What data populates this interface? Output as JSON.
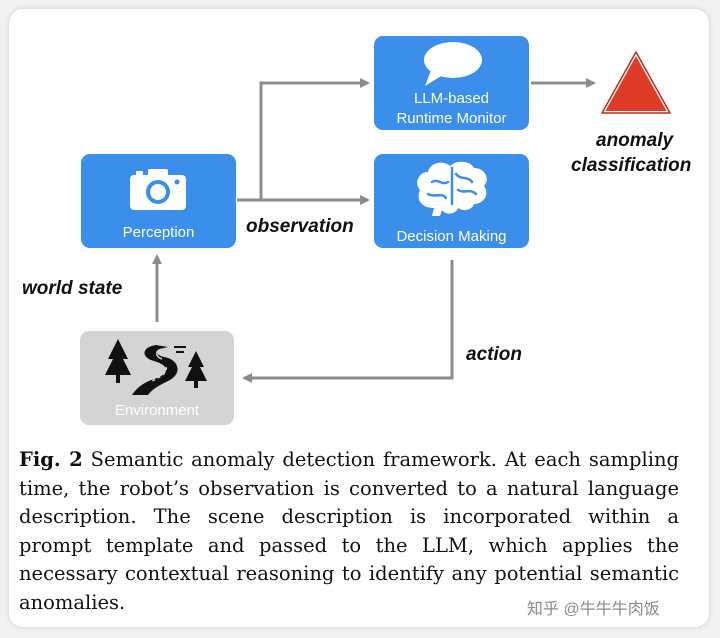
{
  "diagram": {
    "nodes": {
      "perception": "Perception",
      "monitor_line1": "LLM-based",
      "monitor_line2": "Runtime Monitor",
      "decision": "Decision Making",
      "environment": "Environment"
    },
    "edge_labels": {
      "observation": "observation",
      "world_state": "world state",
      "action": "action",
      "anomaly_line1": "anomaly",
      "anomaly_line2": "classification"
    },
    "icons": [
      "camera-icon",
      "speech-bubble-icon",
      "brain-icon",
      "trees-road-icon",
      "warning-triangle-icon"
    ],
    "colors": {
      "node_blue": "#3b8eea",
      "env_gray": "#d4d4d4",
      "arrow_gray": "#8c8c8c",
      "alert_red": "#e03b26"
    }
  },
  "caption": {
    "fig_label": "Fig. 2",
    "text": "Semantic anomaly detection framework. At each sampling time, the robot’s observation is converted to a natural language description. The scene description is incorporated within a prompt template and passed to the LLM, which applies the necessary contextual reasoning to identify any potential semantic anomalies."
  },
  "watermark": "知乎 @牛牛牛肉饭"
}
